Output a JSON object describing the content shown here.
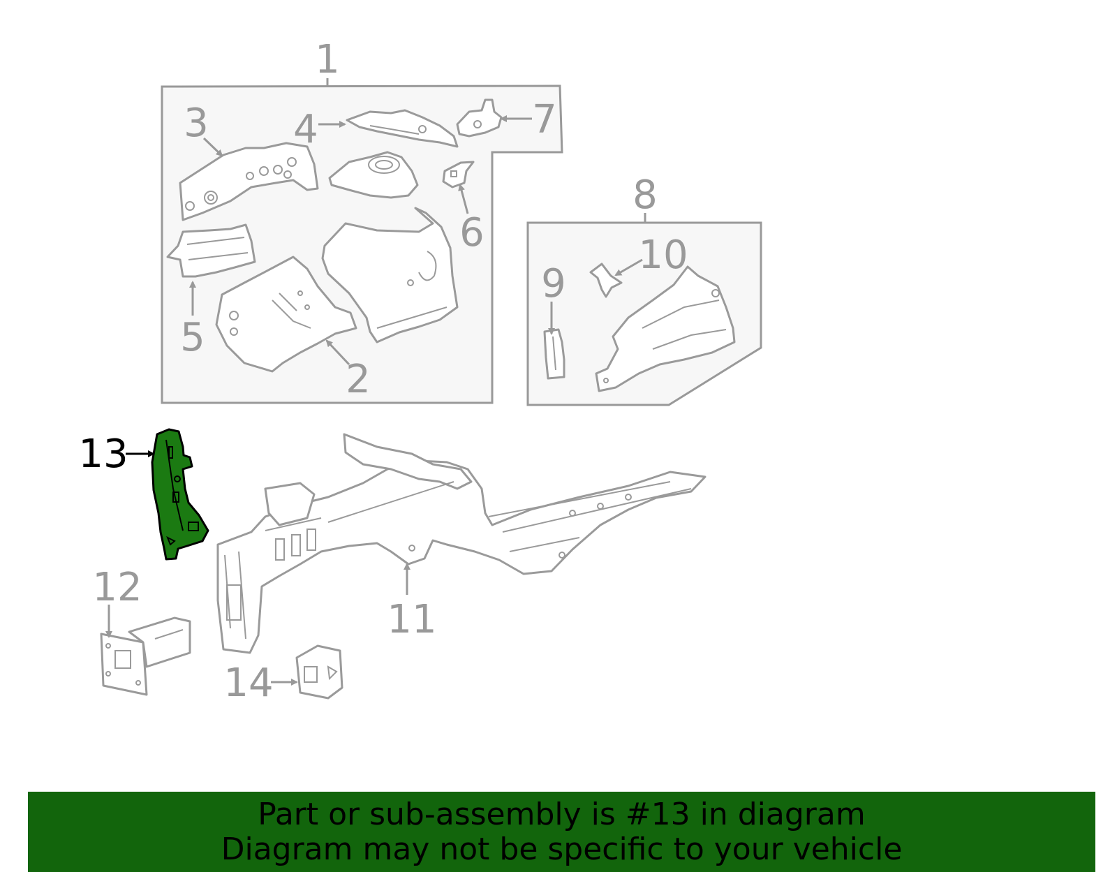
{
  "diagram": {
    "highlighted_part": "13",
    "highlight_color": "#1b7a12",
    "line_color": "#999999",
    "group_boxes": [
      {
        "id": "box-1",
        "label": "1"
      },
      {
        "id": "box-8",
        "label": "8"
      }
    ],
    "callouts": [
      "1",
      "2",
      "3",
      "4",
      "5",
      "6",
      "7",
      "8",
      "9",
      "10",
      "11",
      "12",
      "13",
      "14"
    ]
  },
  "banner": {
    "line1": "Part or sub-assembly is #13 in diagram",
    "line2": "Diagram may not be specific to your vehicle",
    "background": "#12650c"
  }
}
